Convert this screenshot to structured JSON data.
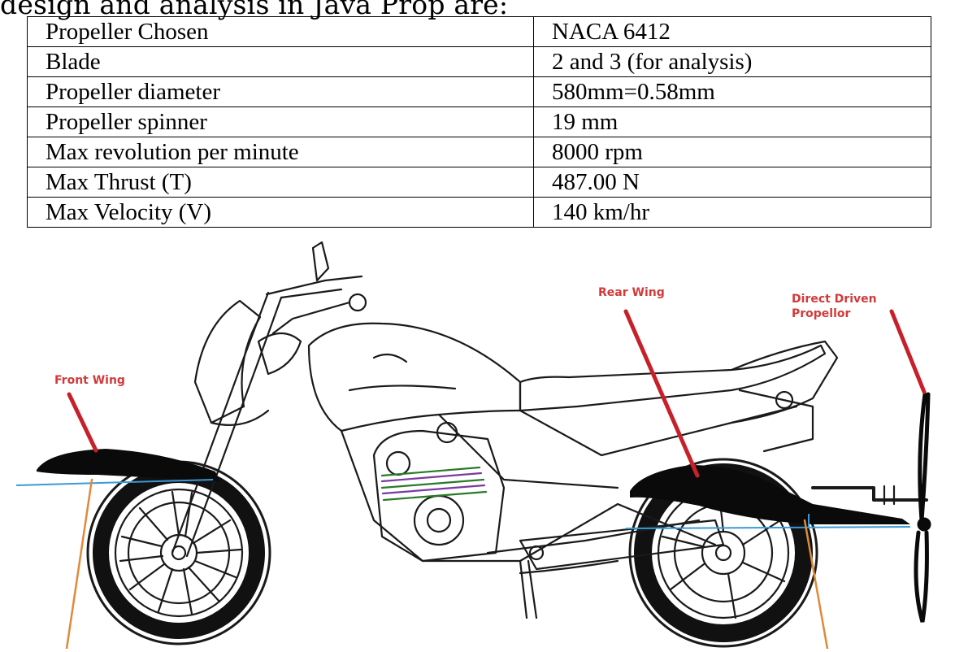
{
  "intro_text": "design and analysis in Java Prop are:",
  "spec_table": {
    "rows": [
      {
        "parameter": "Propeller Chosen",
        "value": "NACA 6412"
      },
      {
        "parameter": "Blade",
        "value": "2 and 3 (for analysis)"
      },
      {
        "parameter": "Propeller diameter",
        "value": "580mm=0.58mm"
      },
      {
        "parameter": "Propeller spinner",
        "value": "19 mm"
      },
      {
        "parameter": "Max revolution per minute",
        "value": "8000 rpm"
      },
      {
        "parameter": "Max Thrust (T)",
        "value": "487.00 N"
      },
      {
        "parameter": "Max Velocity (V)",
        "value": "140 km/hr"
      }
    ]
  },
  "figure": {
    "labels": {
      "front_wing": "Front Wing",
      "rear_wing": "Rear Wing",
      "propeller_line1": "Direct Driven",
      "propeller_line2": "Propellor"
    },
    "colors": {
      "label_red": "#d23a3a",
      "pointer_red": "#c8202a",
      "chord_blue": "#3a9ad6",
      "pointer_orange": "#e0893a",
      "line_art": "#1a1a1a",
      "wing_fill": "#0a0a0a"
    }
  }
}
